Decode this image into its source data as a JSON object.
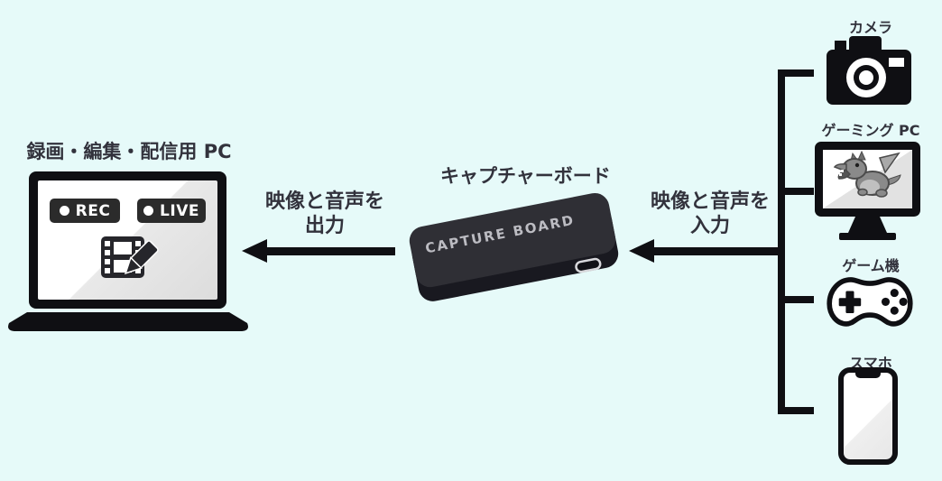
{
  "colors": {
    "background": "#e6faf9",
    "ink": "#0f0f13",
    "text": "#32323c",
    "screen_gray": "#e2e2e2",
    "badge_bg": "#2b2b2b",
    "device_top": "#2f2f35",
    "device_side": "#191920",
    "device_text": "#bcbcc2"
  },
  "pc": {
    "title": "録画・編集・配信用 PC",
    "badges": [
      {
        "label": "REC"
      },
      {
        "label": "LIVE"
      }
    ]
  },
  "capture_board": {
    "title": "キャプチャーボード",
    "device_label": "CAPTURE BOARD"
  },
  "arrows": {
    "output": {
      "line1": "映像と音声を",
      "line2": "出力"
    },
    "input": {
      "line1": "映像と音声を",
      "line2": "入力"
    }
  },
  "sources": [
    {
      "label": "カメラ"
    },
    {
      "label": "ゲーミング PC"
    },
    {
      "label": "ゲーム機"
    },
    {
      "label": "スマホ"
    }
  ]
}
